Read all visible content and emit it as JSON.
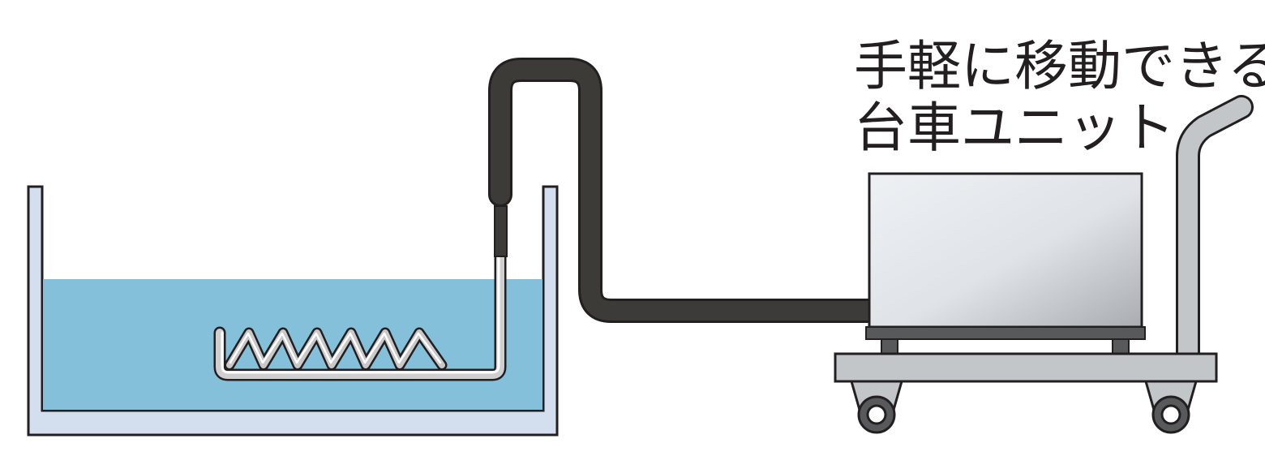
{
  "caption": {
    "line1": "手軽に移動できる",
    "line2": "台車ユニット"
  },
  "colors": {
    "outline": "#231f20",
    "tank_wall": "#d3deef",
    "water": "#85c0da",
    "hose": "#3c3b37",
    "unit_light": "#e9edf1",
    "unit_dark": "#aeb2b6",
    "cart_frame": "#c2c6c9",
    "cart_dark": "#58595b",
    "pipe_light": "#f2f2f2",
    "pipe_mid": "#b9b9b9"
  },
  "components": {
    "tank": "water-tank",
    "heater": "immersion-heater-coil",
    "hose": "flexible-hose",
    "unit": "heater-control-unit",
    "cart": "hand-cart"
  }
}
